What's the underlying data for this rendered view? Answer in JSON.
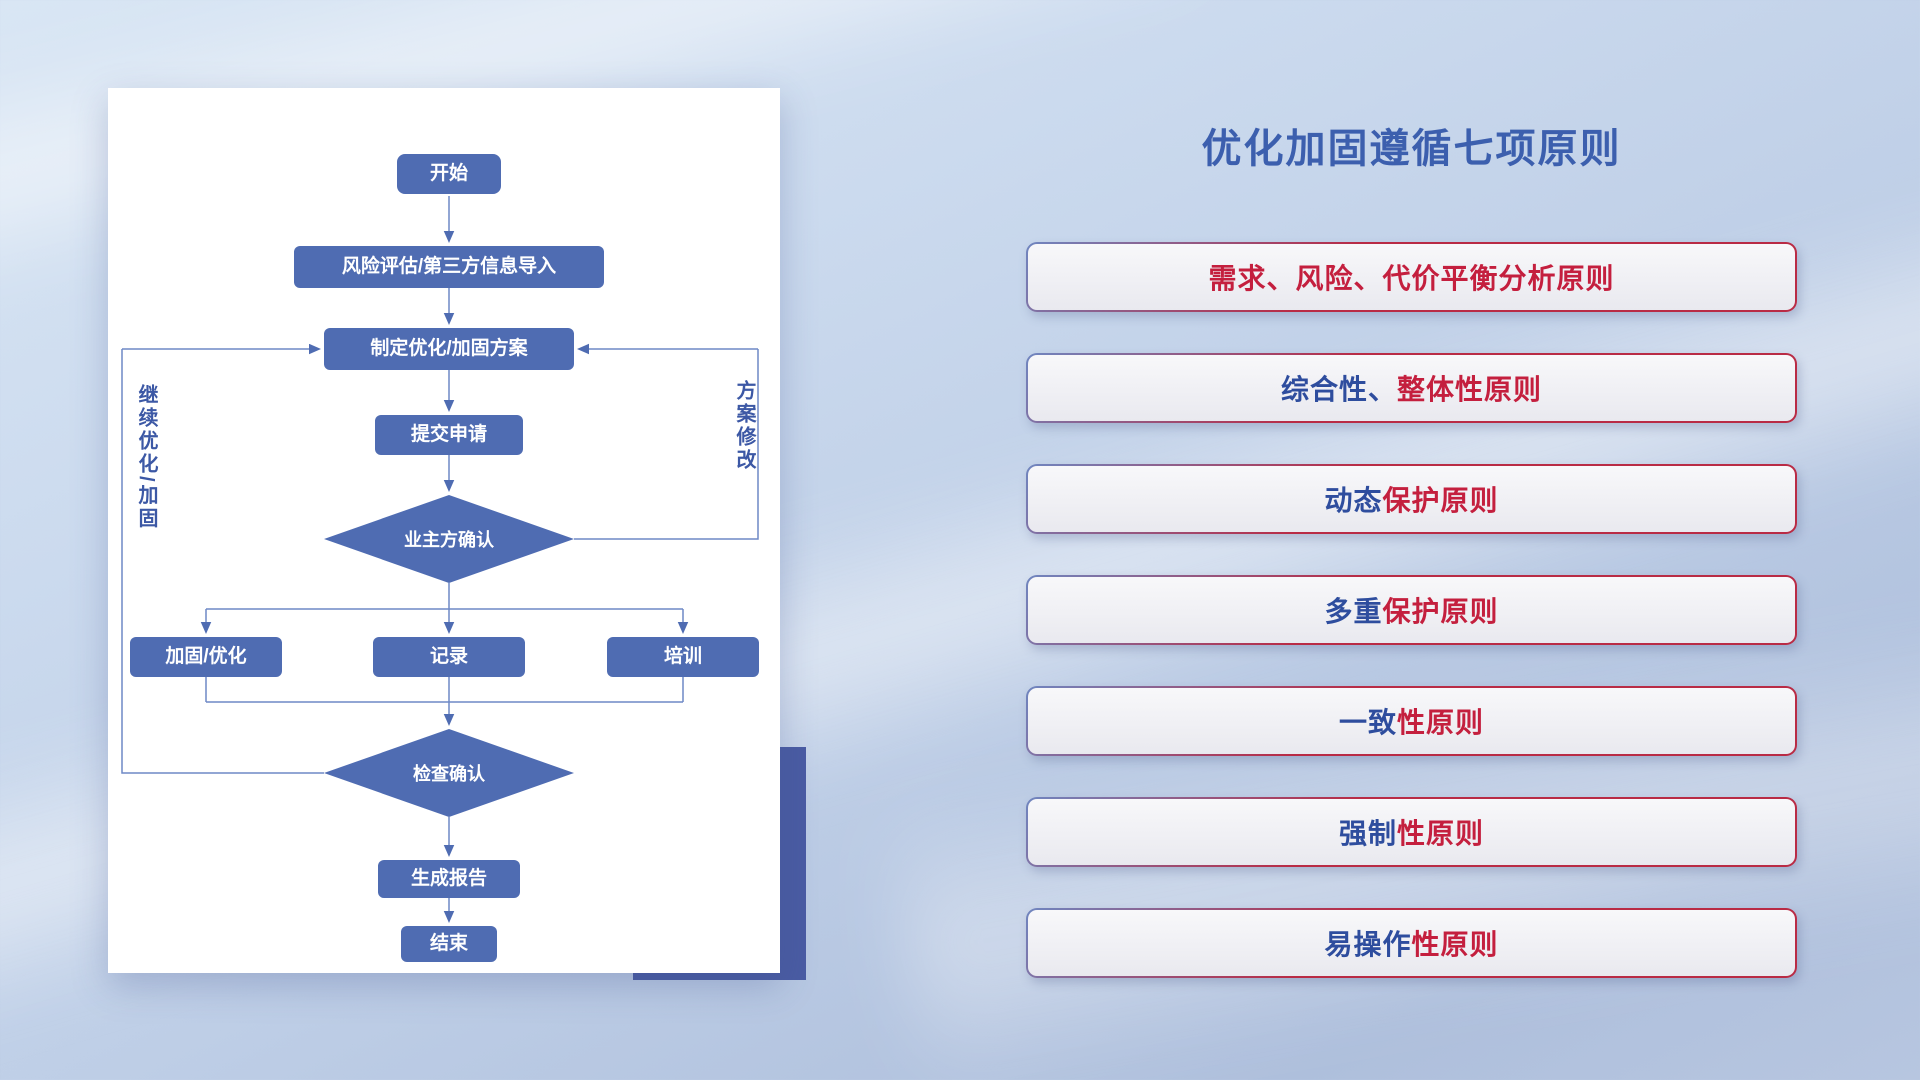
{
  "slide": {
    "title": "优化加固遵循七项原则"
  },
  "flowchart": {
    "nodes": {
      "start": "开始",
      "risk_import": "风险评估/第三方信息导入",
      "make_plan": "制定优化/加固方案",
      "submit": "提交申请",
      "owner_confirm": "业主方确认",
      "reinforce": "加固/优化",
      "record": "记录",
      "training": "培训",
      "check_confirm": "检查确认",
      "report": "生成报告",
      "end": "结束"
    },
    "loop_labels": {
      "continue_optimize": "继续优化/加固",
      "plan_modify": "方案修改"
    }
  },
  "principles": [
    {
      "part1": "",
      "part2": "需求、风险、代价平衡分析原则"
    },
    {
      "part1": "综合性、",
      "part2": "整体性原则"
    },
    {
      "part1": "动态",
      "part2": "保护原则"
    },
    {
      "part1": "多重",
      "part2": "保护原则"
    },
    {
      "part1": "一致",
      "part2": "性原则"
    },
    {
      "part1": "强制",
      "part2": "性原则"
    },
    {
      "part1": "易操作",
      "part2": "性原则"
    }
  ],
  "colors": {
    "node_blue": "#4f6cb2",
    "line_blue": "#6e89c6",
    "title_blue": "#3c5fae",
    "principle_red": "#c41f3e",
    "principle_blue": "#2e4d9e",
    "accent_block": "#4a5ca3"
  }
}
